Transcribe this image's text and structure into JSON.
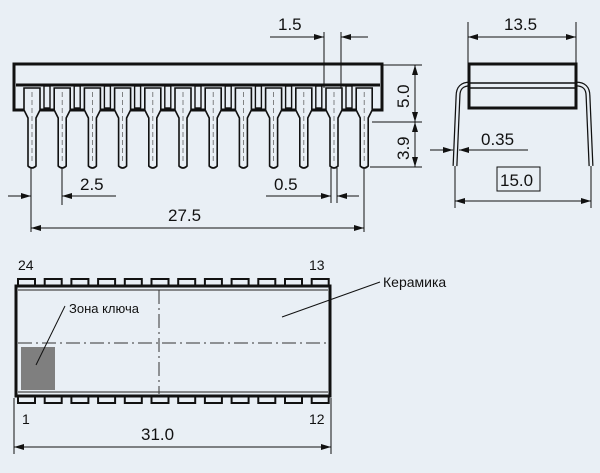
{
  "front_view": {
    "pin_count": 12,
    "dims": {
      "pitch_gap": "1.5",
      "body_height": "5.0",
      "lead_length": "3.9",
      "pitch": "2.5",
      "lead_width": "0.5",
      "lead_span": "27.5"
    }
  },
  "side_view": {
    "dims": {
      "body_width": "13.5",
      "lead_thickness": "0.35",
      "row_spacing": "15.0"
    }
  },
  "top_view": {
    "pin_labels": {
      "top_left": "24",
      "top_right": "13",
      "bottom_left": "1",
      "bottom_right": "12"
    },
    "key_zone_label": "Зона ключа",
    "material_label": "Керамика",
    "length": "31.0",
    "key_color": "#7f7f7f"
  }
}
